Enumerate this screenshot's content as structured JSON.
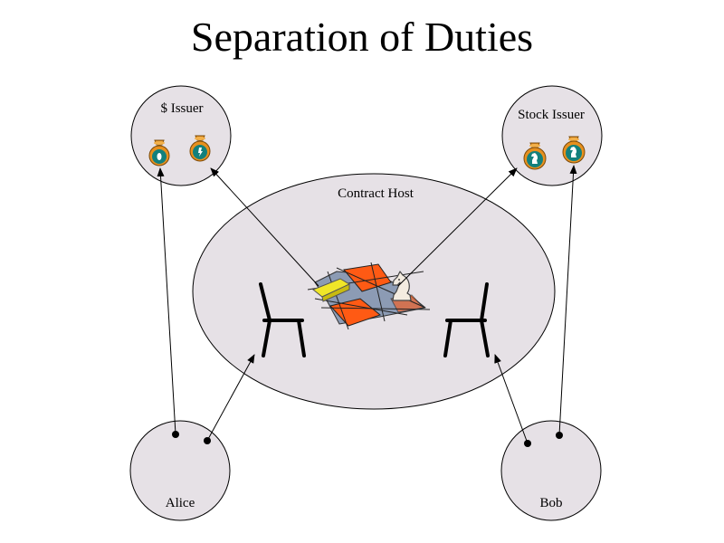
{
  "title": "Separation of Duties",
  "nodes": {
    "dollar_issuer": {
      "label": "$ Issuer"
    },
    "stock_issuer": {
      "label": "Stock Issuer"
    },
    "contract_host": {
      "label": "Contract Host"
    },
    "alice": {
      "label": "Alice"
    },
    "bob": {
      "label": "Bob"
    }
  },
  "colors": {
    "node_fill": "#e6e1e6",
    "stroke": "#000000",
    "board_orange": "#ff5a14",
    "board_blue": "#8c9bb4",
    "gold_bar": "#f0e628",
    "money_bag_teal": "#13807c",
    "money_bag_orange": "#e8901e"
  },
  "icons": {
    "money_bag": "money-bag-icon",
    "chair": "chair-icon",
    "chess_knight": "chess-knight-icon",
    "gold_bar": "gold-bar-icon",
    "board": "checker-board-icon"
  }
}
